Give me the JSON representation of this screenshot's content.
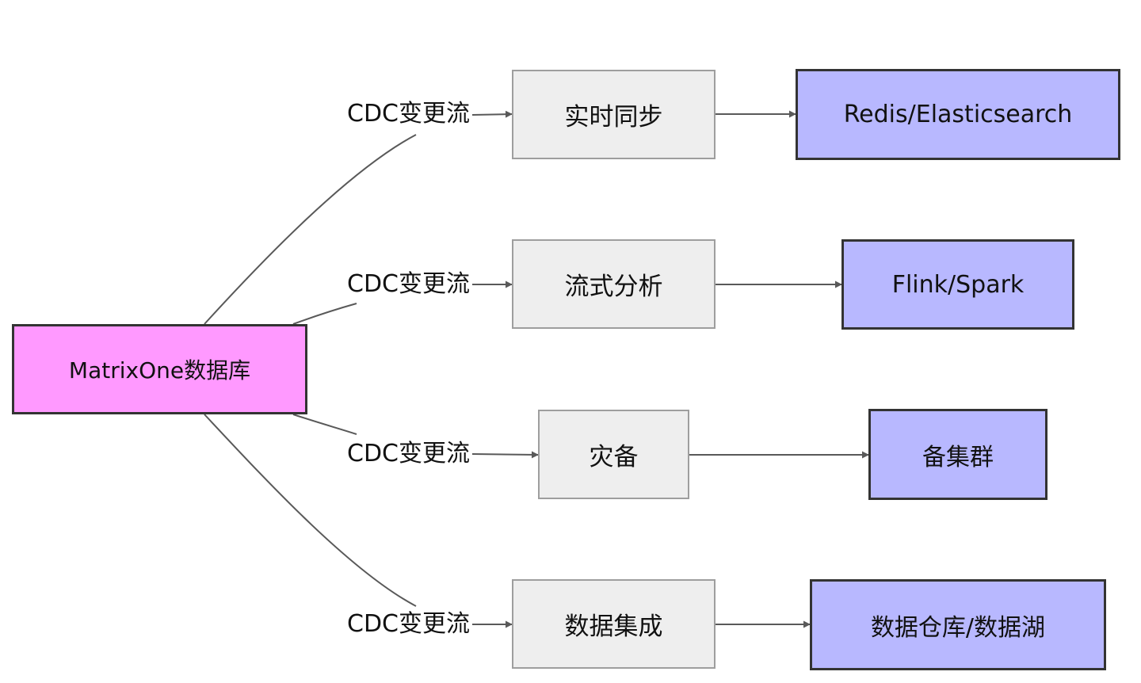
{
  "colors": {
    "source_fill": "#ff99ff",
    "process_fill": "#eeeeee",
    "target_fill": "#b8b8ff",
    "edge_stroke": "#595959"
  },
  "source": {
    "label": "MatrixOne数据库"
  },
  "flows": [
    {
      "edge_label": "CDC变更流",
      "process": "实时同步",
      "target": "Redis/Elasticsearch"
    },
    {
      "edge_label": "CDC变更流",
      "process": "流式分析",
      "target": "Flink/Spark"
    },
    {
      "edge_label": "CDC变更流",
      "process": "灾备",
      "target": "备集群"
    },
    {
      "edge_label": "CDC变更流",
      "process": "数据集成",
      "target": "数据仓库/数据湖"
    }
  ]
}
